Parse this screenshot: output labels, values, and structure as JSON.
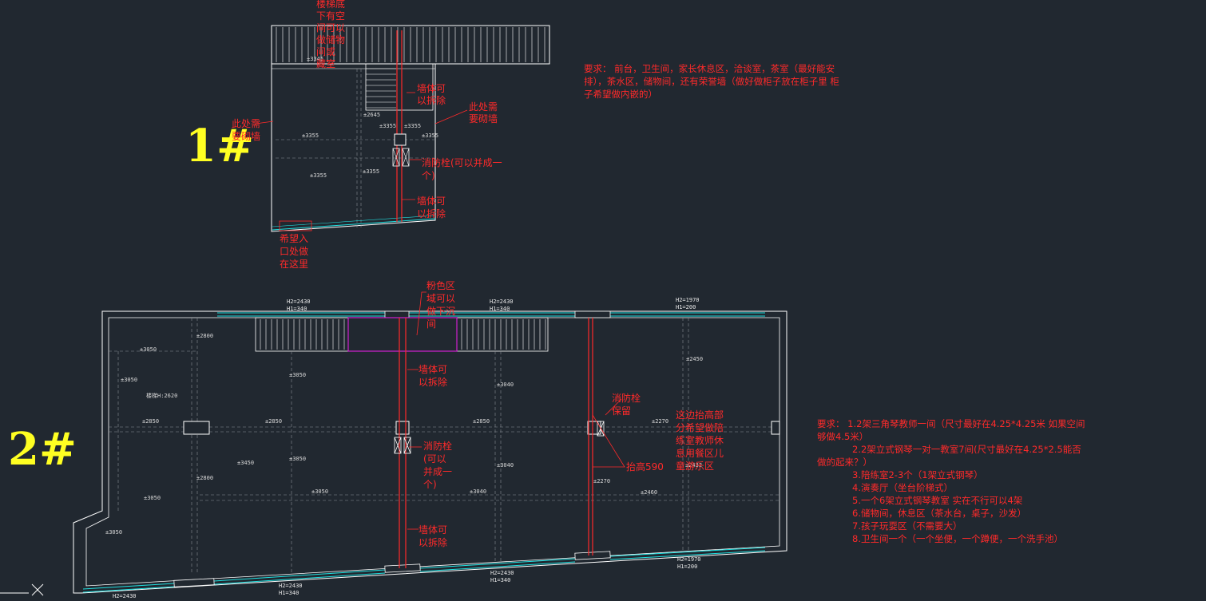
{
  "plans": {
    "plan1": {
      "label": "1#"
    },
    "plan2": {
      "label": "2#"
    }
  },
  "notes1": {
    "stair": [
      "楼梯底",
      "下有空",
      "间可以",
      "做储物",
      "间或",
      "藏室"
    ],
    "wall_removable_a": [
      "墙体可",
      "以拆除"
    ],
    "build_wall_right": [
      "此处需",
      "要砌墙"
    ],
    "build_wall_left": [
      "此处需",
      "要砌墙"
    ],
    "hydrant": [
      "消防栓(可以并成一",
      "个)"
    ],
    "wall_removable_b": [
      "墙体可",
      "以拆除"
    ],
    "entrance": [
      "希望入",
      "口处做",
      "在这里"
    ]
  },
  "requirements1": [
    "要求：  前台，卫生间，家长休息区，洽谈室，茶室（最好能安",
    "排），茶水区，储物间，还有荣誉墙（做好做柜子放在柜子里 柜",
    "子希望做内嵌的）"
  ],
  "levels1": [
    "±3345",
    "±2645",
    "±3355",
    "±3355",
    "±3355",
    "±3355",
    "±3355",
    "±3355"
  ],
  "notes2": {
    "pink": [
      "粉色区",
      "域可以",
      "做下沉",
      "间"
    ],
    "wall_removable_a": [
      "墙体可",
      "以拆除"
    ],
    "hydrant_keep": [
      "消防栓",
      "保留"
    ],
    "raise": [
      "这边抬高部",
      "分希望做陪",
      "练室教师休",
      "息用餐区儿",
      "童游乐区"
    ],
    "hydrant_merge": [
      "消防栓",
      "(可以",
      "并成一",
      "个)"
    ],
    "raise_height": "抬高590",
    "wall_removable_b": [
      "墙体可",
      "以拆除"
    ]
  },
  "requirements2": [
    "要求：  1.2架三角琴教师一间（尺寸最好在4.25*4.25米  如果空间",
    "够做4.5米）",
    "2.2架立式钢琴一对一教室7间(尺寸最好在4.25*2.5能否",
    "做的起来？）",
    "3.陪练室2-3个（1架立式钢琴）",
    "4.演奏厅（坐台阶梯式）",
    "5.一个6架立式钢琴教室   实在不行可以4架",
    "6.储物间，休息区（茶水台，桌子，沙发）",
    "7.孩子玩耍区（不需要大）",
    "8.卫生间一个（一个坐便，一个蹲便，一个洗手池）"
  ],
  "levels2": [
    "±3050",
    "±2800",
    "±3050",
    "±3050",
    "楼梯H:2620",
    "±2850",
    "±2850",
    "±2850",
    "±2270",
    "±3450",
    "±3050",
    "±2800",
    "±3050",
    "±3050",
    "±3040",
    "±3040",
    "±2270",
    "±2460",
    "±3050",
    "±2450",
    "±3040",
    "±2432"
  ],
  "windows2": {
    "w1": [
      "H2=2430",
      "H1=340"
    ],
    "w2": [
      "H2=2430",
      "H1=340"
    ],
    "w3": [
      "H2=1970",
      "H1=200"
    ],
    "w4": [
      "H2=1970",
      "H1=200"
    ],
    "w5": [
      "H2=2430",
      "H1=340"
    ],
    "w6": [
      "H2=2430",
      "H1=340"
    ],
    "w7": [
      "H2=2430"
    ]
  },
  "colors": {
    "background": "#212830",
    "red": "#ff2a2a",
    "yellow": "#ffff22",
    "cyan": "#20e0e0",
    "magenta": "#d020d0",
    "line": "#ffffff"
  }
}
